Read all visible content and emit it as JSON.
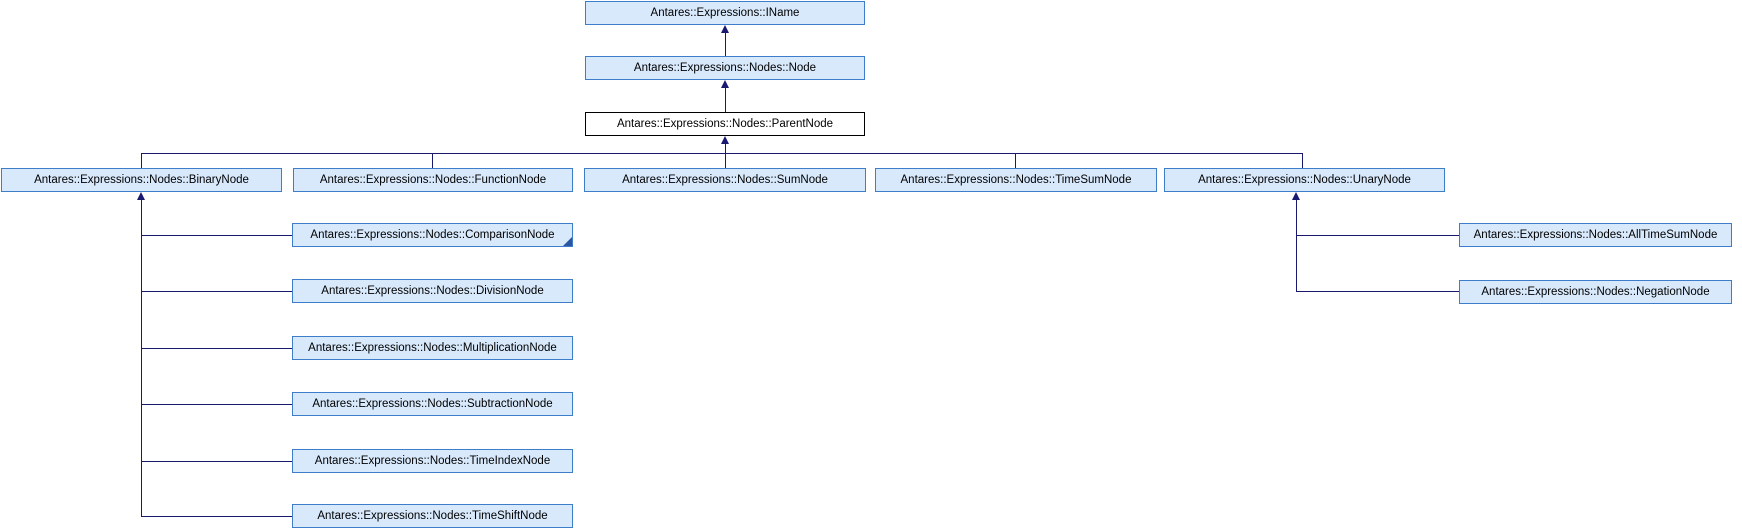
{
  "diagram": {
    "kind": "class-inheritance-graph",
    "colors": {
      "node_fill": "#d8e9fc",
      "node_border": "#3d7dca",
      "current_node_fill": "#ffffff",
      "current_node_border": "#000000",
      "edge": "#191970",
      "fold_corner": "#2a55a0"
    },
    "nodes": {
      "iname": {
        "label": "Antares::Expressions::IName"
      },
      "node": {
        "label": "Antares::Expressions::Nodes::Node"
      },
      "parentnode": {
        "label": "Antares::Expressions::Nodes::ParentNode",
        "current": true
      },
      "binarynode": {
        "label": "Antares::Expressions::Nodes::BinaryNode"
      },
      "functionnode": {
        "label": "Antares::Expressions::Nodes::FunctionNode"
      },
      "sumnode": {
        "label": "Antares::Expressions::Nodes::SumNode"
      },
      "timesumnode": {
        "label": "Antares::Expressions::Nodes::TimeSumNode"
      },
      "unarynode": {
        "label": "Antares::Expressions::Nodes::UnaryNode"
      },
      "comparisonnode": {
        "label": "Antares::Expressions::Nodes::ComparisonNode",
        "has_hidden_subclasses": true
      },
      "divisionnode": {
        "label": "Antares::Expressions::Nodes::DivisionNode"
      },
      "multiplicationnode": {
        "label": "Antares::Expressions::Nodes::MultiplicationNode"
      },
      "subtractionnode": {
        "label": "Antares::Expressions::Nodes::SubtractionNode"
      },
      "timeindexnode": {
        "label": "Antares::Expressions::Nodes::TimeIndexNode"
      },
      "timeshiftnode": {
        "label": "Antares::Expressions::Nodes::TimeShiftNode"
      },
      "alltimesumnode": {
        "label": "Antares::Expressions::Nodes::AllTimeSumNode"
      },
      "negationnode": {
        "label": "Antares::Expressions::Nodes::NegationNode"
      }
    },
    "edges": [
      {
        "from": "node",
        "to": "iname"
      },
      {
        "from": "parentnode",
        "to": "node"
      },
      {
        "from": "binarynode",
        "to": "parentnode"
      },
      {
        "from": "functionnode",
        "to": "parentnode"
      },
      {
        "from": "sumnode",
        "to": "parentnode"
      },
      {
        "from": "timesumnode",
        "to": "parentnode"
      },
      {
        "from": "unarynode",
        "to": "parentnode"
      },
      {
        "from": "comparisonnode",
        "to": "binarynode"
      },
      {
        "from": "divisionnode",
        "to": "binarynode"
      },
      {
        "from": "multiplicationnode",
        "to": "binarynode"
      },
      {
        "from": "subtractionnode",
        "to": "binarynode"
      },
      {
        "from": "timeindexnode",
        "to": "binarynode"
      },
      {
        "from": "timeshiftnode",
        "to": "binarynode"
      },
      {
        "from": "alltimesumnode",
        "to": "unarynode"
      },
      {
        "from": "negationnode",
        "to": "unarynode"
      }
    ]
  }
}
